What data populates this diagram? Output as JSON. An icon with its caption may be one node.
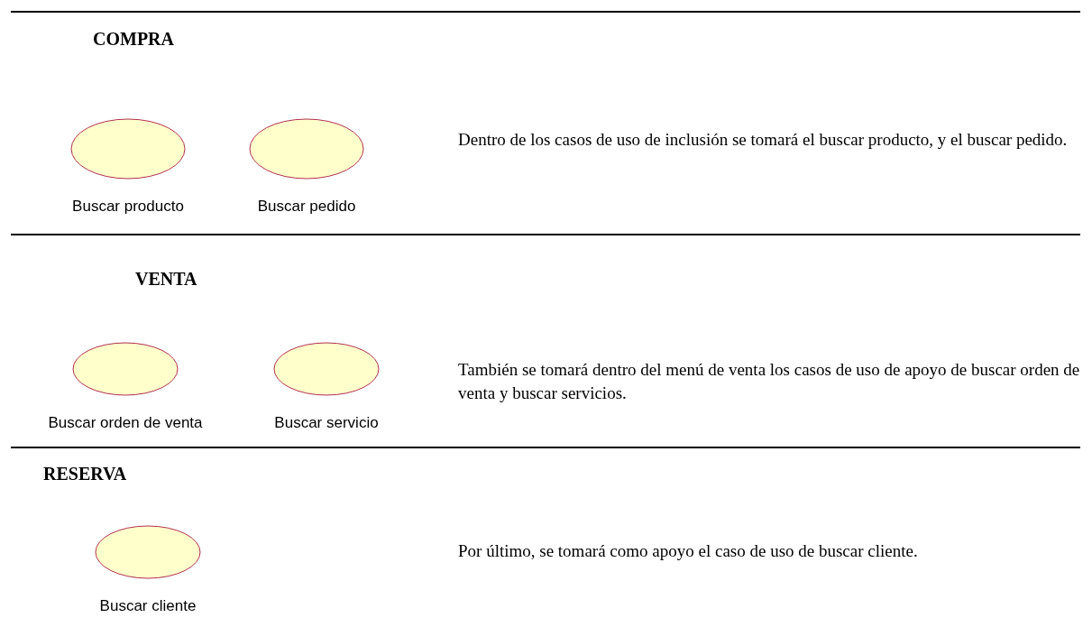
{
  "diagram": {
    "nodes": [
      {
        "text": [
          "Buscar producto"
        ]
      },
      {
        "text": [
          "Buscar pedido"
        ]
      },
      {
        "text": [
          "Buscar orden de venta"
        ]
      },
      {
        "text": [
          "Buscar servicio"
        ]
      },
      {
        "text": [
          "Buscar cliente"
        ]
      }
    ],
    "labels": [
      "COMPRA",
      "Dentro de los casos de uso de inclusión se tomará el buscar producto, y el buscar pedido.",
      "VENTA",
      "También se tomará dentro del menú de venta los casos de uso de apoyo de buscar orden de venta y buscar servicios.",
      "RESERVA",
      "Por último, se tomará como apoyo el caso de uso de buscar cliente."
    ]
  }
}
